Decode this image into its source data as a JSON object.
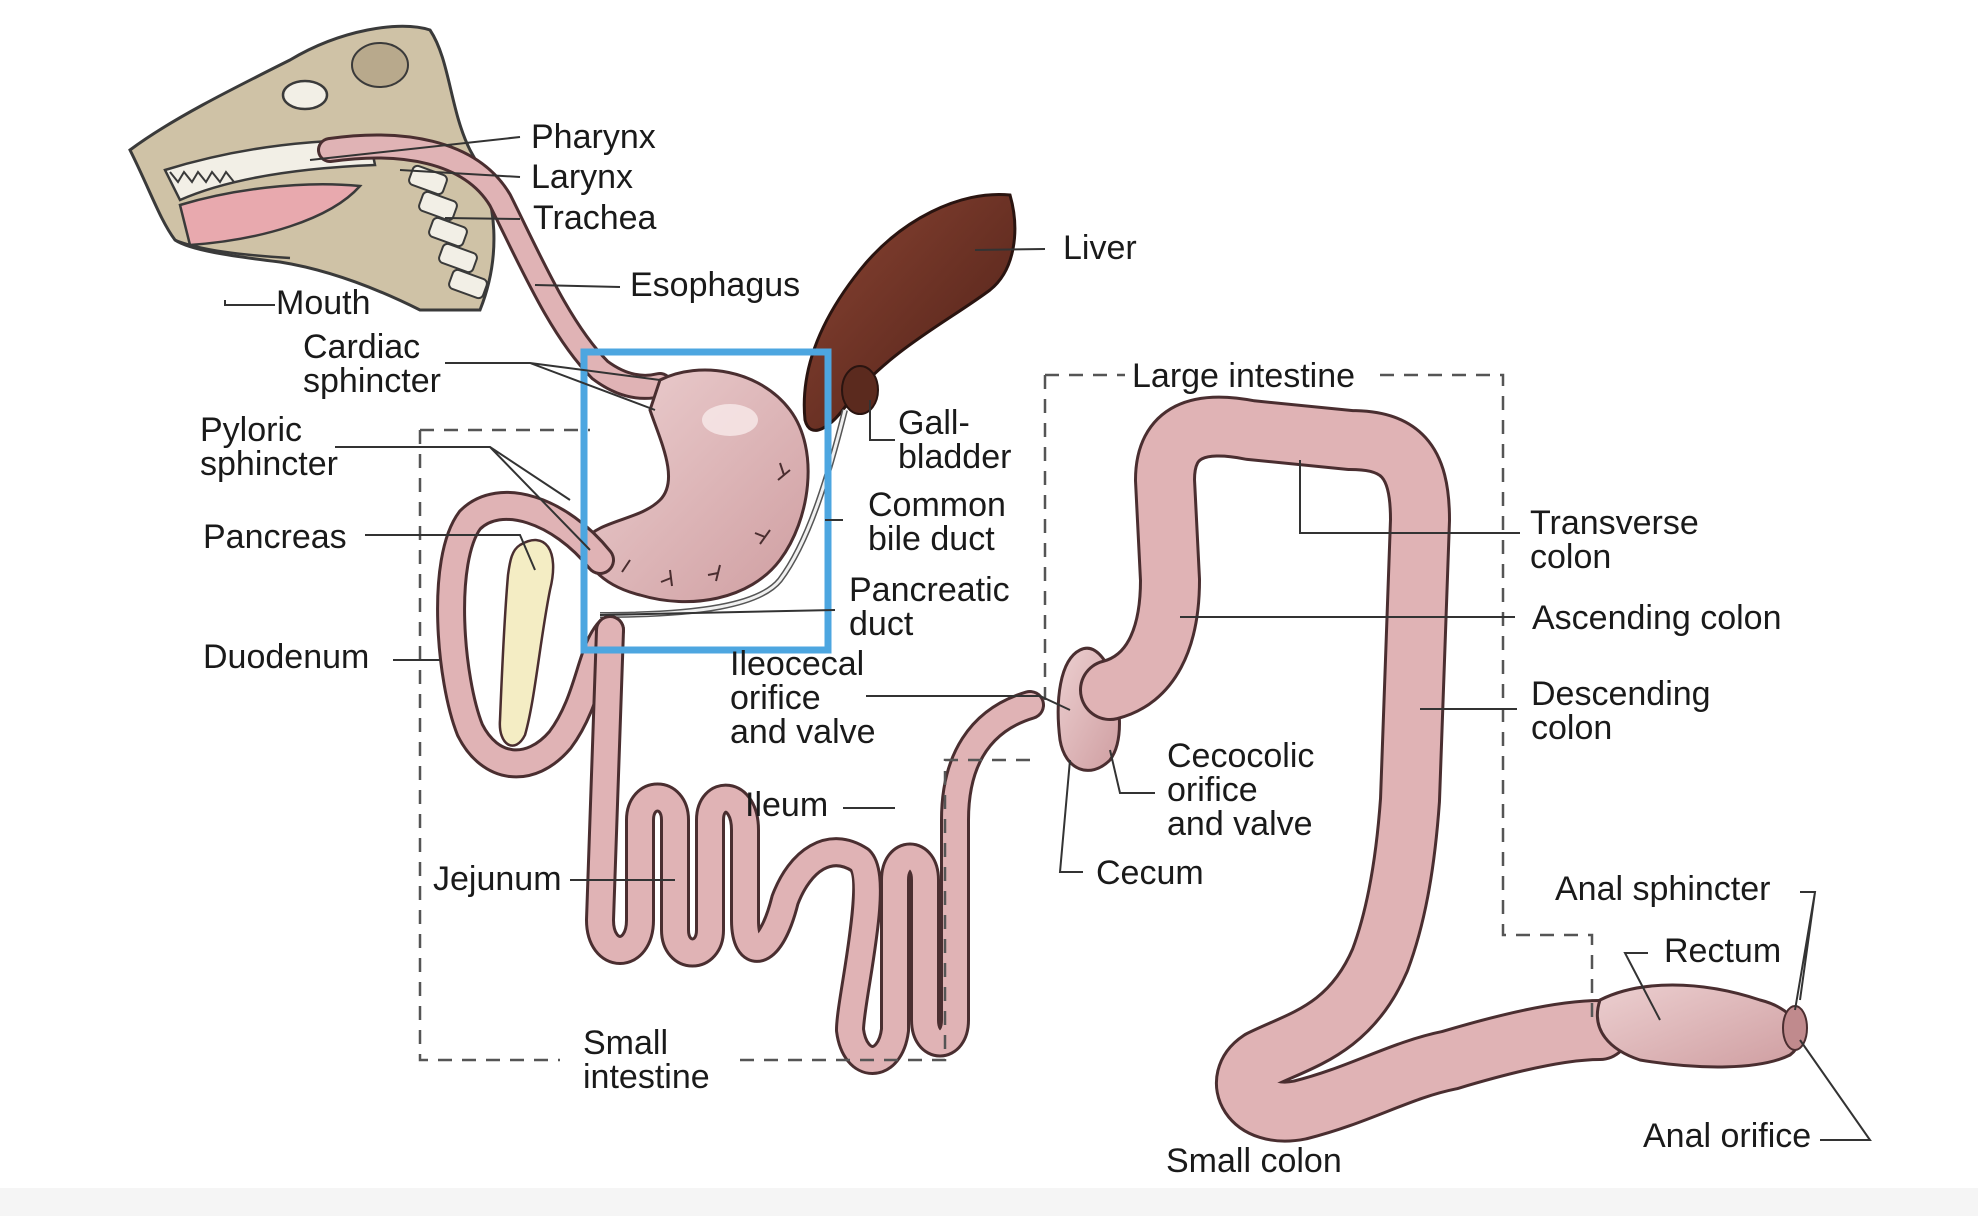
{
  "colors": {
    "tissue_fill": "#e0b3b5",
    "tissue_stroke": "#4a2e30",
    "liver_fill": "#6d3224",
    "pancreas_fill": "#f4edc4",
    "head_fill": "#cfc2a6",
    "highlight_box": "#4da6e0",
    "leader": "#333333"
  },
  "labels": {
    "pharynx": "Pharynx",
    "larynx": "Larynx",
    "trachea": "Trachea",
    "mouth": "Mouth",
    "esophagus": "Esophagus",
    "liver": "Liver",
    "cardiac_sphincter": [
      "Cardiac",
      "sphincter"
    ],
    "gallbladder": [
      "Gall-",
      "bladder"
    ],
    "large_intestine": "Large intestine",
    "pyloric_sphincter": [
      "Pyloric",
      "sphincter"
    ],
    "pancreas": "Pancreas",
    "common_bile_duct": [
      "Common",
      "bile duct"
    ],
    "transverse_colon": [
      "Transverse",
      "colon"
    ],
    "pancreatic_duct": [
      "Pancreatic",
      "duct"
    ],
    "ascending_colon": "Ascending colon",
    "duodenum": "Duodenum",
    "ileocecal": [
      "Ileocecal",
      "orifice",
      "and valve"
    ],
    "descending_colon": [
      "Descending",
      "colon"
    ],
    "cecocolic": [
      "Cecocolic",
      "orifice",
      "and valve"
    ],
    "ileum": "Ileum",
    "cecum": "Cecum",
    "jejunum": "Jejunum",
    "anal_sphincter": "Anal sphincter",
    "rectum": "Rectum",
    "small_intestine": [
      "Small",
      "intestine"
    ],
    "anal_orifice": "Anal orifice",
    "small_colon": "Small colon"
  }
}
